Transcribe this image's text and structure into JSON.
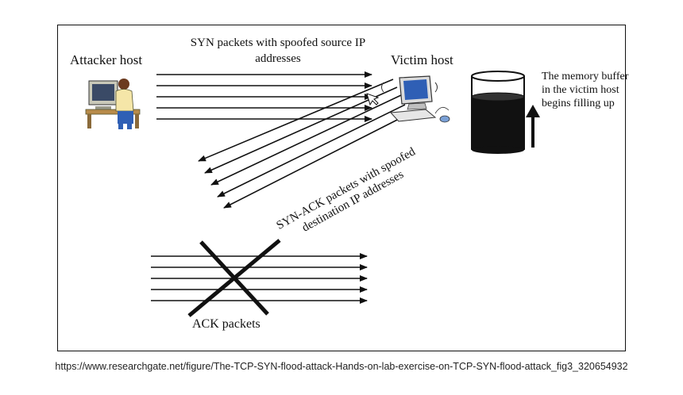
{
  "diagram": {
    "syn_label_line1": "SYN packets with  spoofed source IP",
    "syn_label_line2": "addresses",
    "attacker_label": "Attacker host",
    "victim_label": "Victim host",
    "memory_line1": "The memory buffer",
    "memory_line2": "in the victim host",
    "memory_line3": "begins filling  up",
    "synack_line1": "SYN-ACK packets with spoofed",
    "synack_line2": "destination IP addresses",
    "ack_label": "ACK packets",
    "memory_fill_fraction": 0.72,
    "colors": {
      "ink": "#111111",
      "buffer_fill": "#111111",
      "monitor_screen": "#2f5fb5"
    },
    "icons": {
      "attacker": "attacker-computer-icon",
      "victim": "victim-computer-icon",
      "buffer": "memory-buffer-icon"
    }
  },
  "footer": {
    "source_url": "https://www.researchgate.net/figure/The-TCP-SYN-flood-attack-Hands-on-lab-exercise-on-TCP-SYN-flood-attack_fig3_320654932"
  }
}
